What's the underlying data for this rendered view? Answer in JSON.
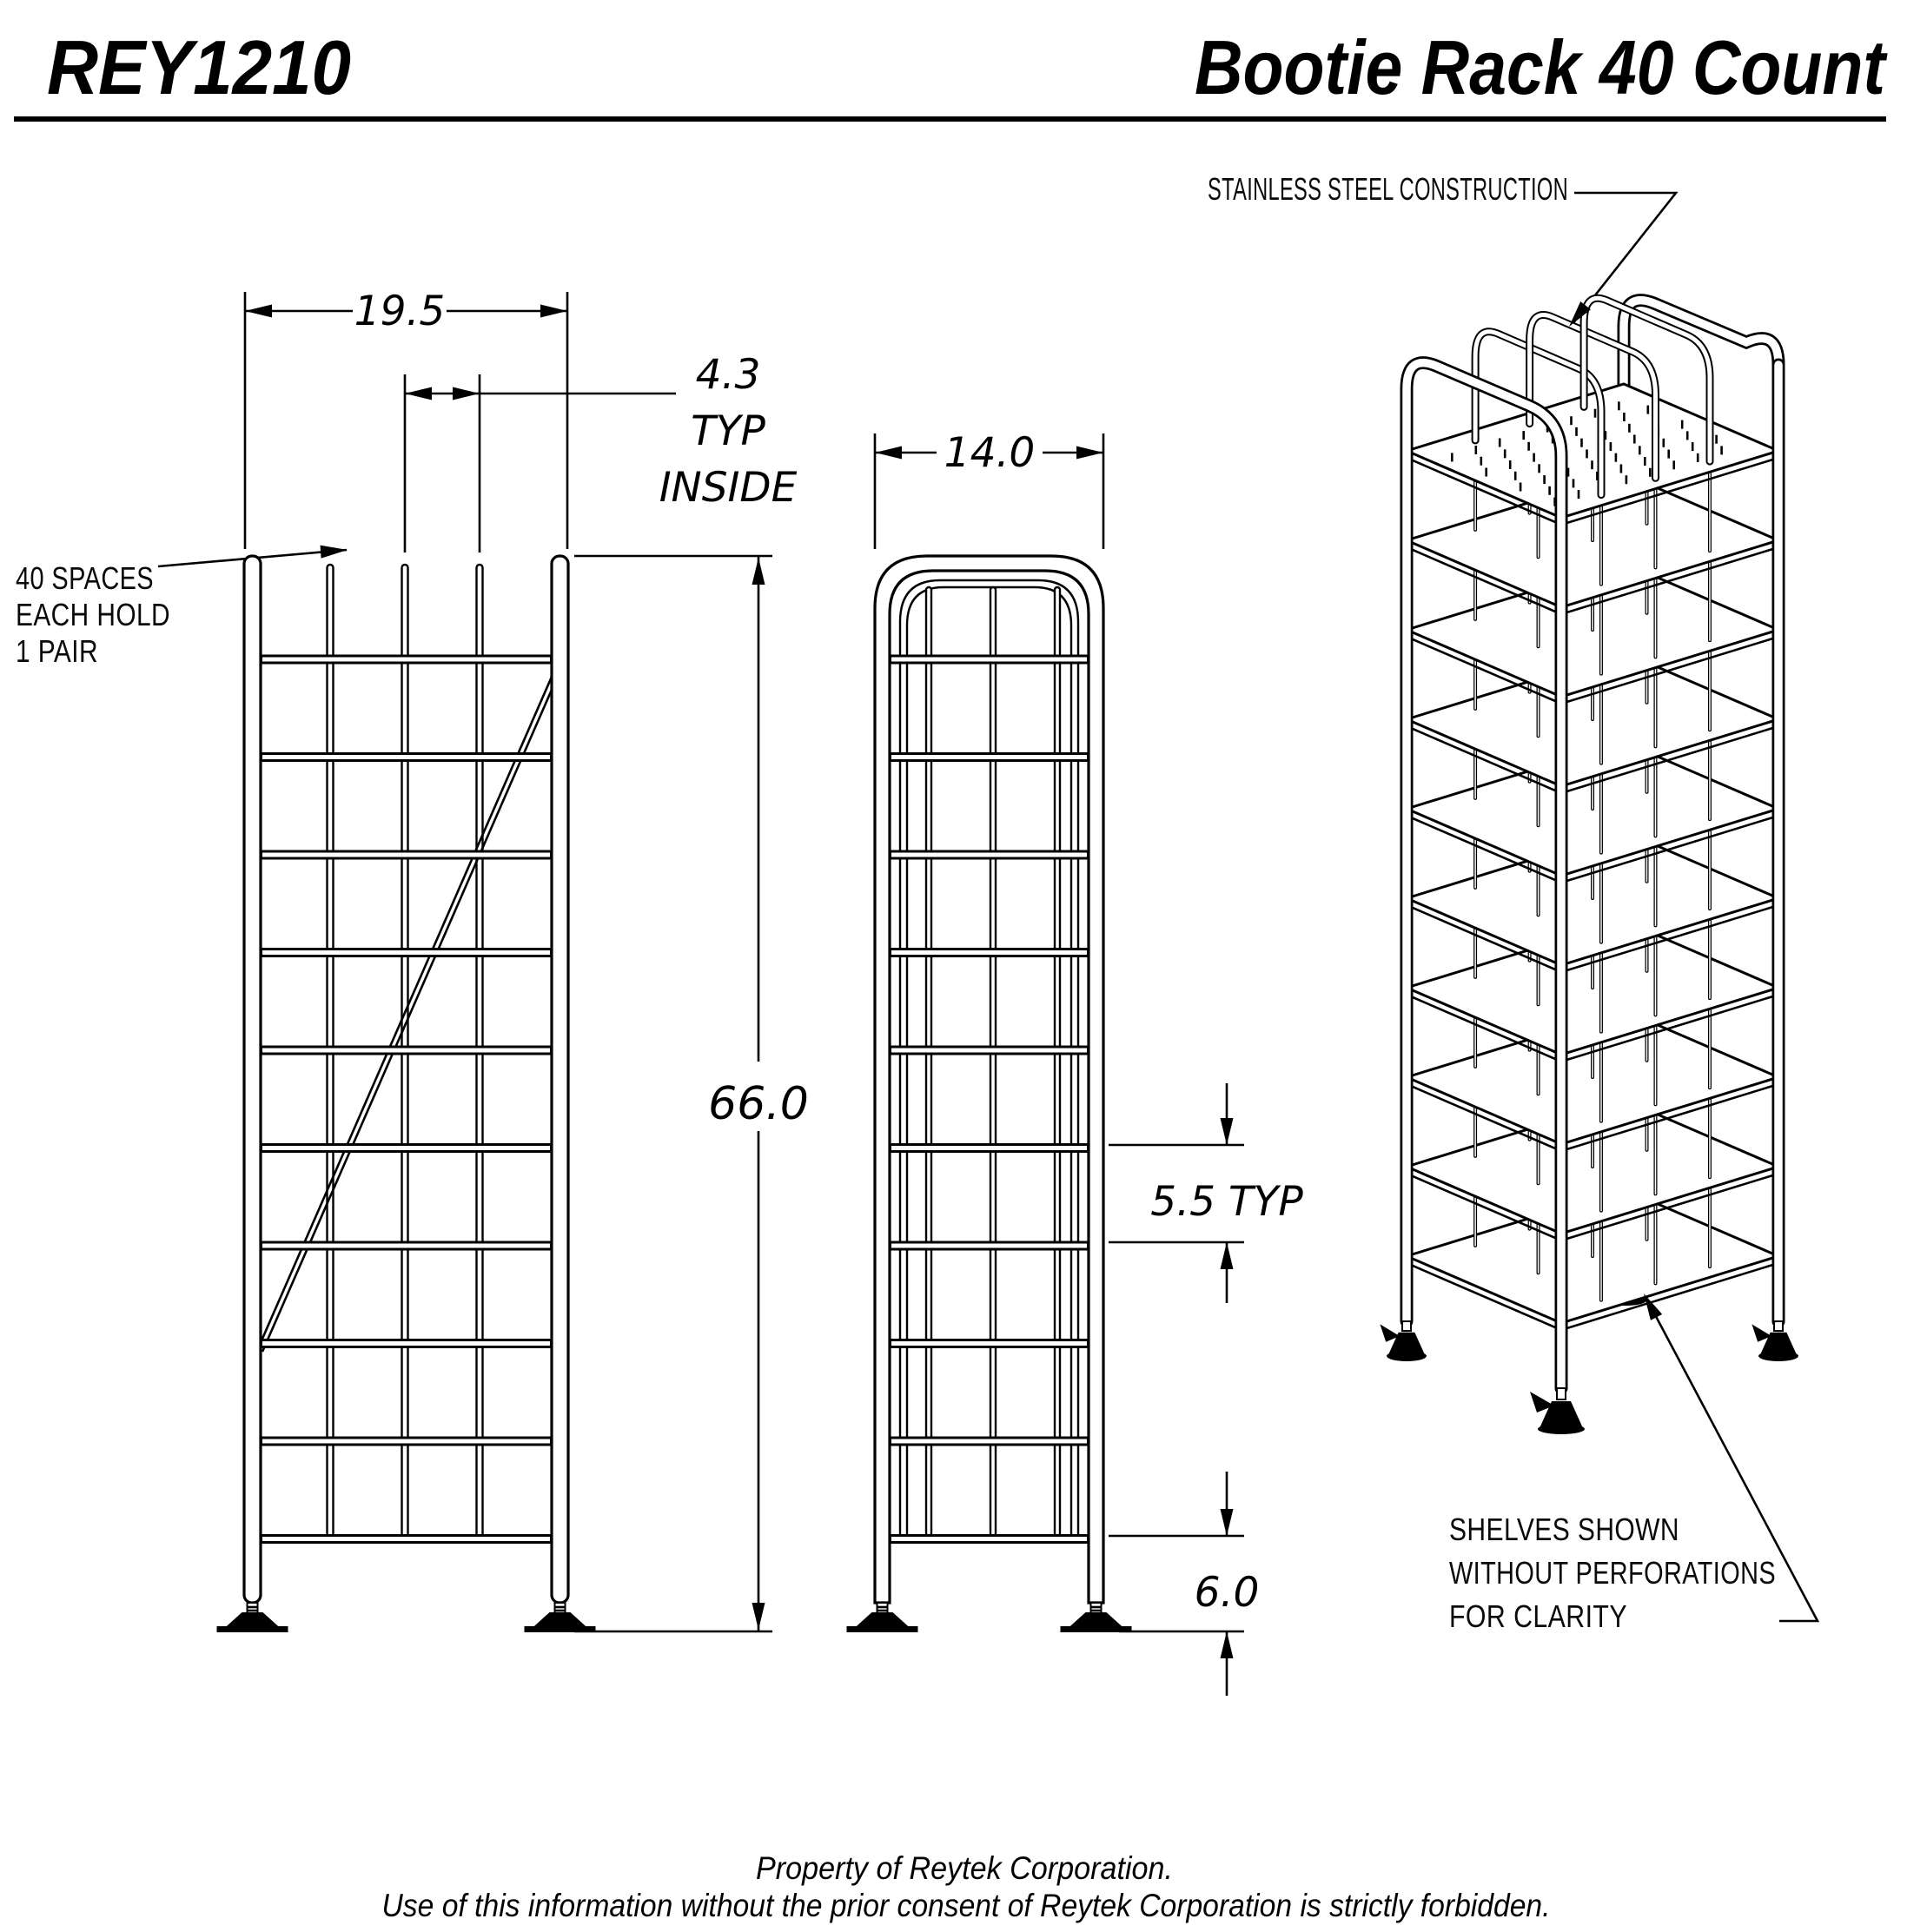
{
  "header": {
    "doc_number": "REY1210",
    "title": "Bootie Rack 40 Count"
  },
  "annotations": {
    "construction": "STAINLESS STEEL CONSTRUCTION",
    "spaces": [
      "40 SPACES",
      "EACH HOLD",
      "1 PAIR"
    ],
    "clarity": [
      "SHELVES SHOWN",
      "WITHOUT PERFORATIONS",
      "FOR CLARITY"
    ]
  },
  "dimensions": {
    "width": "19.5",
    "prong_spacing": "4.3",
    "prong_note1": "TYP",
    "prong_note2": "INSIDE",
    "depth": "14.0",
    "height": "66.0",
    "shelf_spacing": "5.5 TYP",
    "ground_clearance": "6.0"
  },
  "footer": [
    "Property of Reytek Corporation.",
    "Use of this information without the prior consent of Reytek Corporation is strictly forbidden."
  ],
  "colors": {
    "ink": "#000000",
    "background": "#ffffff"
  }
}
